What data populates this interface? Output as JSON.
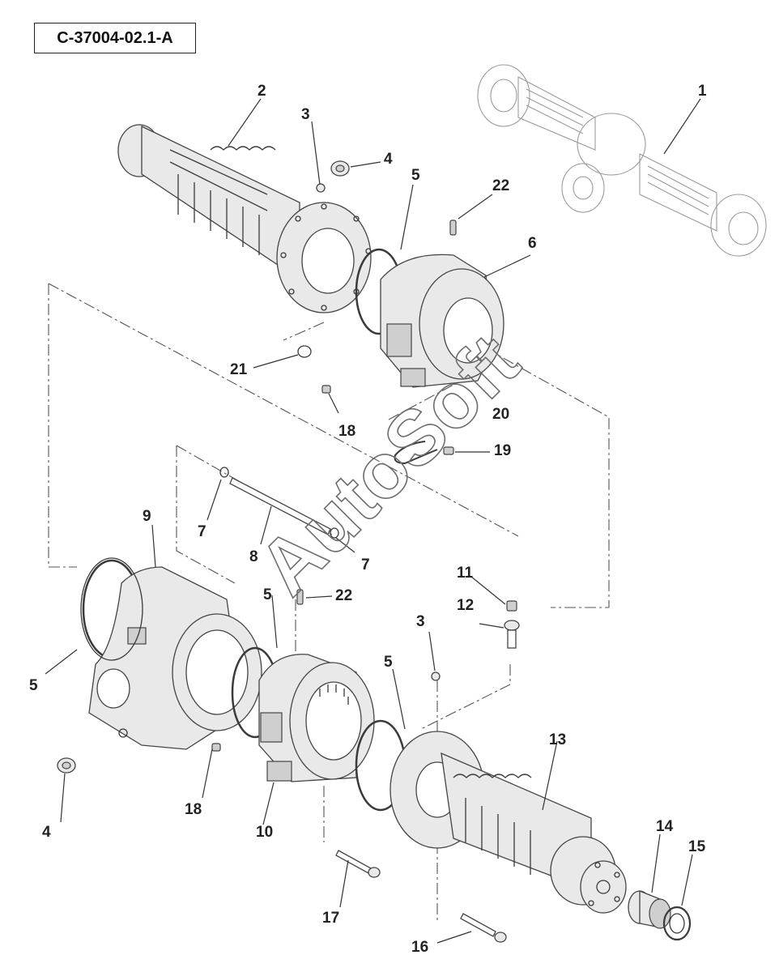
{
  "diagram_code": "C-37004-02.1-A",
  "watermark": "AutoSoft",
  "callouts": {
    "c1": "1",
    "c2": "2",
    "c3a": "3",
    "c4a": "4",
    "c5a": "5",
    "c6": "6",
    "c22a": "22",
    "c21": "21",
    "c18a": "18",
    "c20": "20",
    "c19": "19",
    "c7a": "7",
    "c8": "8",
    "c7b": "7",
    "c9": "9",
    "c5b": "5",
    "c22b": "22",
    "c11": "11",
    "c12": "12",
    "c3b": "3",
    "c5c": "5",
    "c5d": "5",
    "c13": "13",
    "c4b": "4",
    "c18b": "18",
    "c10": "10",
    "c14": "14",
    "c15": "15",
    "c17": "17",
    "c16": "16"
  }
}
